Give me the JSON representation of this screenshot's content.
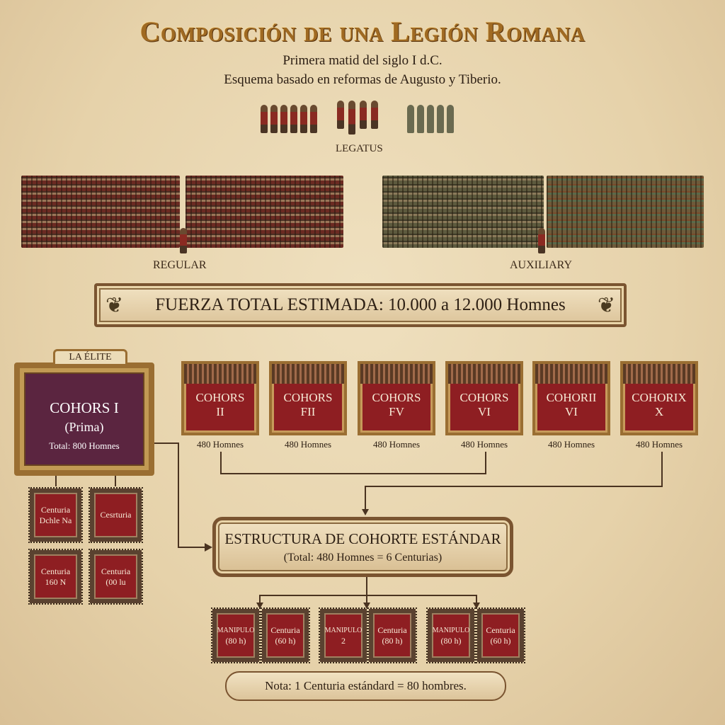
{
  "title": "Composición de una Legión Romana",
  "subtitle_1": "Primera matid del siglo I d.C.",
  "subtitle_2": "Esquema basado en reformas de Augusto y Tiberio.",
  "legatus_label": "LEGATUS",
  "formations": {
    "regular_label": "REGULAR",
    "auxiliary_label": "AUXILIARY"
  },
  "total_banner": "FUERZA TOTAL ESTIMADA: 10.000 a 12.000 Homnes",
  "elite": {
    "tab": "LA ÉLITE",
    "name": "COHORS I",
    "sub": "(Prima)",
    "total": "Total: 800 Homnes"
  },
  "cohorts": [
    {
      "l1": "COHORS",
      "l2": "II",
      "count": "480 Homnes"
    },
    {
      "l1": "COHORS",
      "l2": "FII",
      "count": "480 Homnes"
    },
    {
      "l1": "COHORS",
      "l2": "FV",
      "count": "480 Homnes"
    },
    {
      "l1": "COHORS",
      "l2": "VI",
      "count": "480 Homnes"
    },
    {
      "l1": "COHORII",
      "l2": "VI",
      "count": "480 Homnes"
    },
    {
      "l1": "COHORIX",
      "l2": "X",
      "count": "480 Homnes"
    }
  ],
  "elite_centuries": [
    {
      "l1": "Centuria",
      "l2": "Dchle Na"
    },
    {
      "l1": "Cesrturia",
      "l2": ""
    },
    {
      "l1": "Centuria",
      "l2": "160 N"
    },
    {
      "l1": "Centuria",
      "l2": "(00 lu"
    }
  ],
  "structure": {
    "title": "ESTRUCTURA DE COHORTE ESTÁNDAR",
    "sub": "(Total: 480 Homnes = 6 Centurias)"
  },
  "units": [
    {
      "l1": "MANIPULO",
      "l2": "(80 h)"
    },
    {
      "l1": "Centuria",
      "l2": "(60 h)"
    },
    {
      "l1": "MANIPULO",
      "l2": "2"
    },
    {
      "l1": "Centuria",
      "l2": "(80 h)"
    },
    {
      "l1": "MANIPULO",
      "l2": "(80 h)"
    },
    {
      "l1": "Centuria",
      "l2": "(60 h)"
    }
  ],
  "note": "Nota: 1 Centuria estándard = 80 hombres."
}
